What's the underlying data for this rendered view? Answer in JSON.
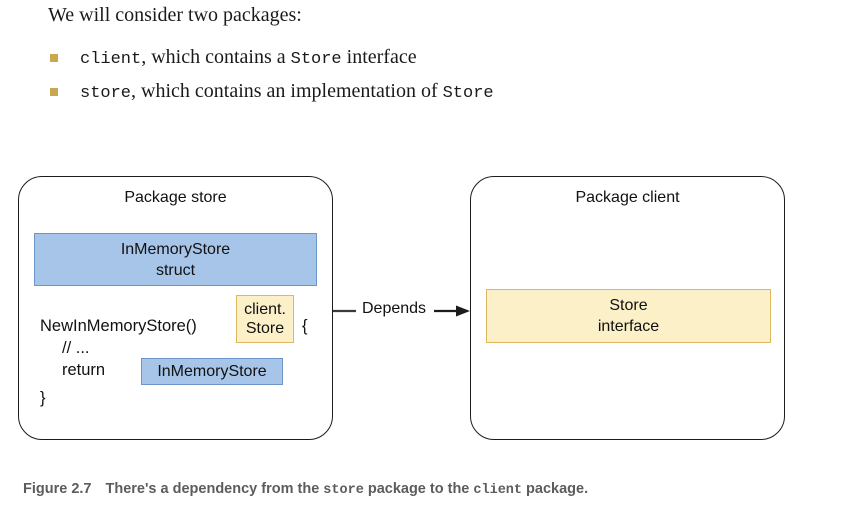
{
  "prose": {
    "intro": "We will consider two packages:",
    "bullets": [
      {
        "code": "client",
        "rest_before": ", which contains a ",
        "code2": "Store",
        "rest_after": " interface"
      },
      {
        "code": "store",
        "rest_before": ", which contains an implementation of ",
        "code2": "Store",
        "rest_after": ""
      }
    ]
  },
  "diagram": {
    "left_package": {
      "title": "Package store",
      "struct_box": {
        "line1": "InMemoryStore",
        "line2": "struct",
        "fill": "#a6c5e8",
        "stroke": "#6d97c9"
      },
      "code": {
        "line1_func": "NewInMemoryStore()",
        "line1_tag_line1": "client.",
        "line1_tag_line2": "Store",
        "line1_brace": "{",
        "line2": "// ...",
        "line3_keyword": "return",
        "line3_tag": "InMemoryStore",
        "line4": "}"
      }
    },
    "right_package": {
      "title": "Package client",
      "interface_box": {
        "line1": "Store",
        "line2": "interface",
        "fill": "#fcf0c8",
        "stroke": "#dcb95f"
      }
    },
    "arrow": {
      "label": "Depends"
    }
  },
  "caption": {
    "figure_number": "Figure 2.7",
    "part1": "There's a dependency from the ",
    "code1": "store",
    "part2": " package to the ",
    "code2": "client",
    "part3": " package."
  },
  "colors": {
    "bullet_marker": "#c8a750",
    "blue_fill": "#a6c5e8",
    "blue_stroke": "#6d97c9",
    "yellow_fill": "#fcf0c8",
    "yellow_stroke": "#dcb95f",
    "line": "#1c1c1c",
    "caption_text": "#5c5c5c"
  }
}
